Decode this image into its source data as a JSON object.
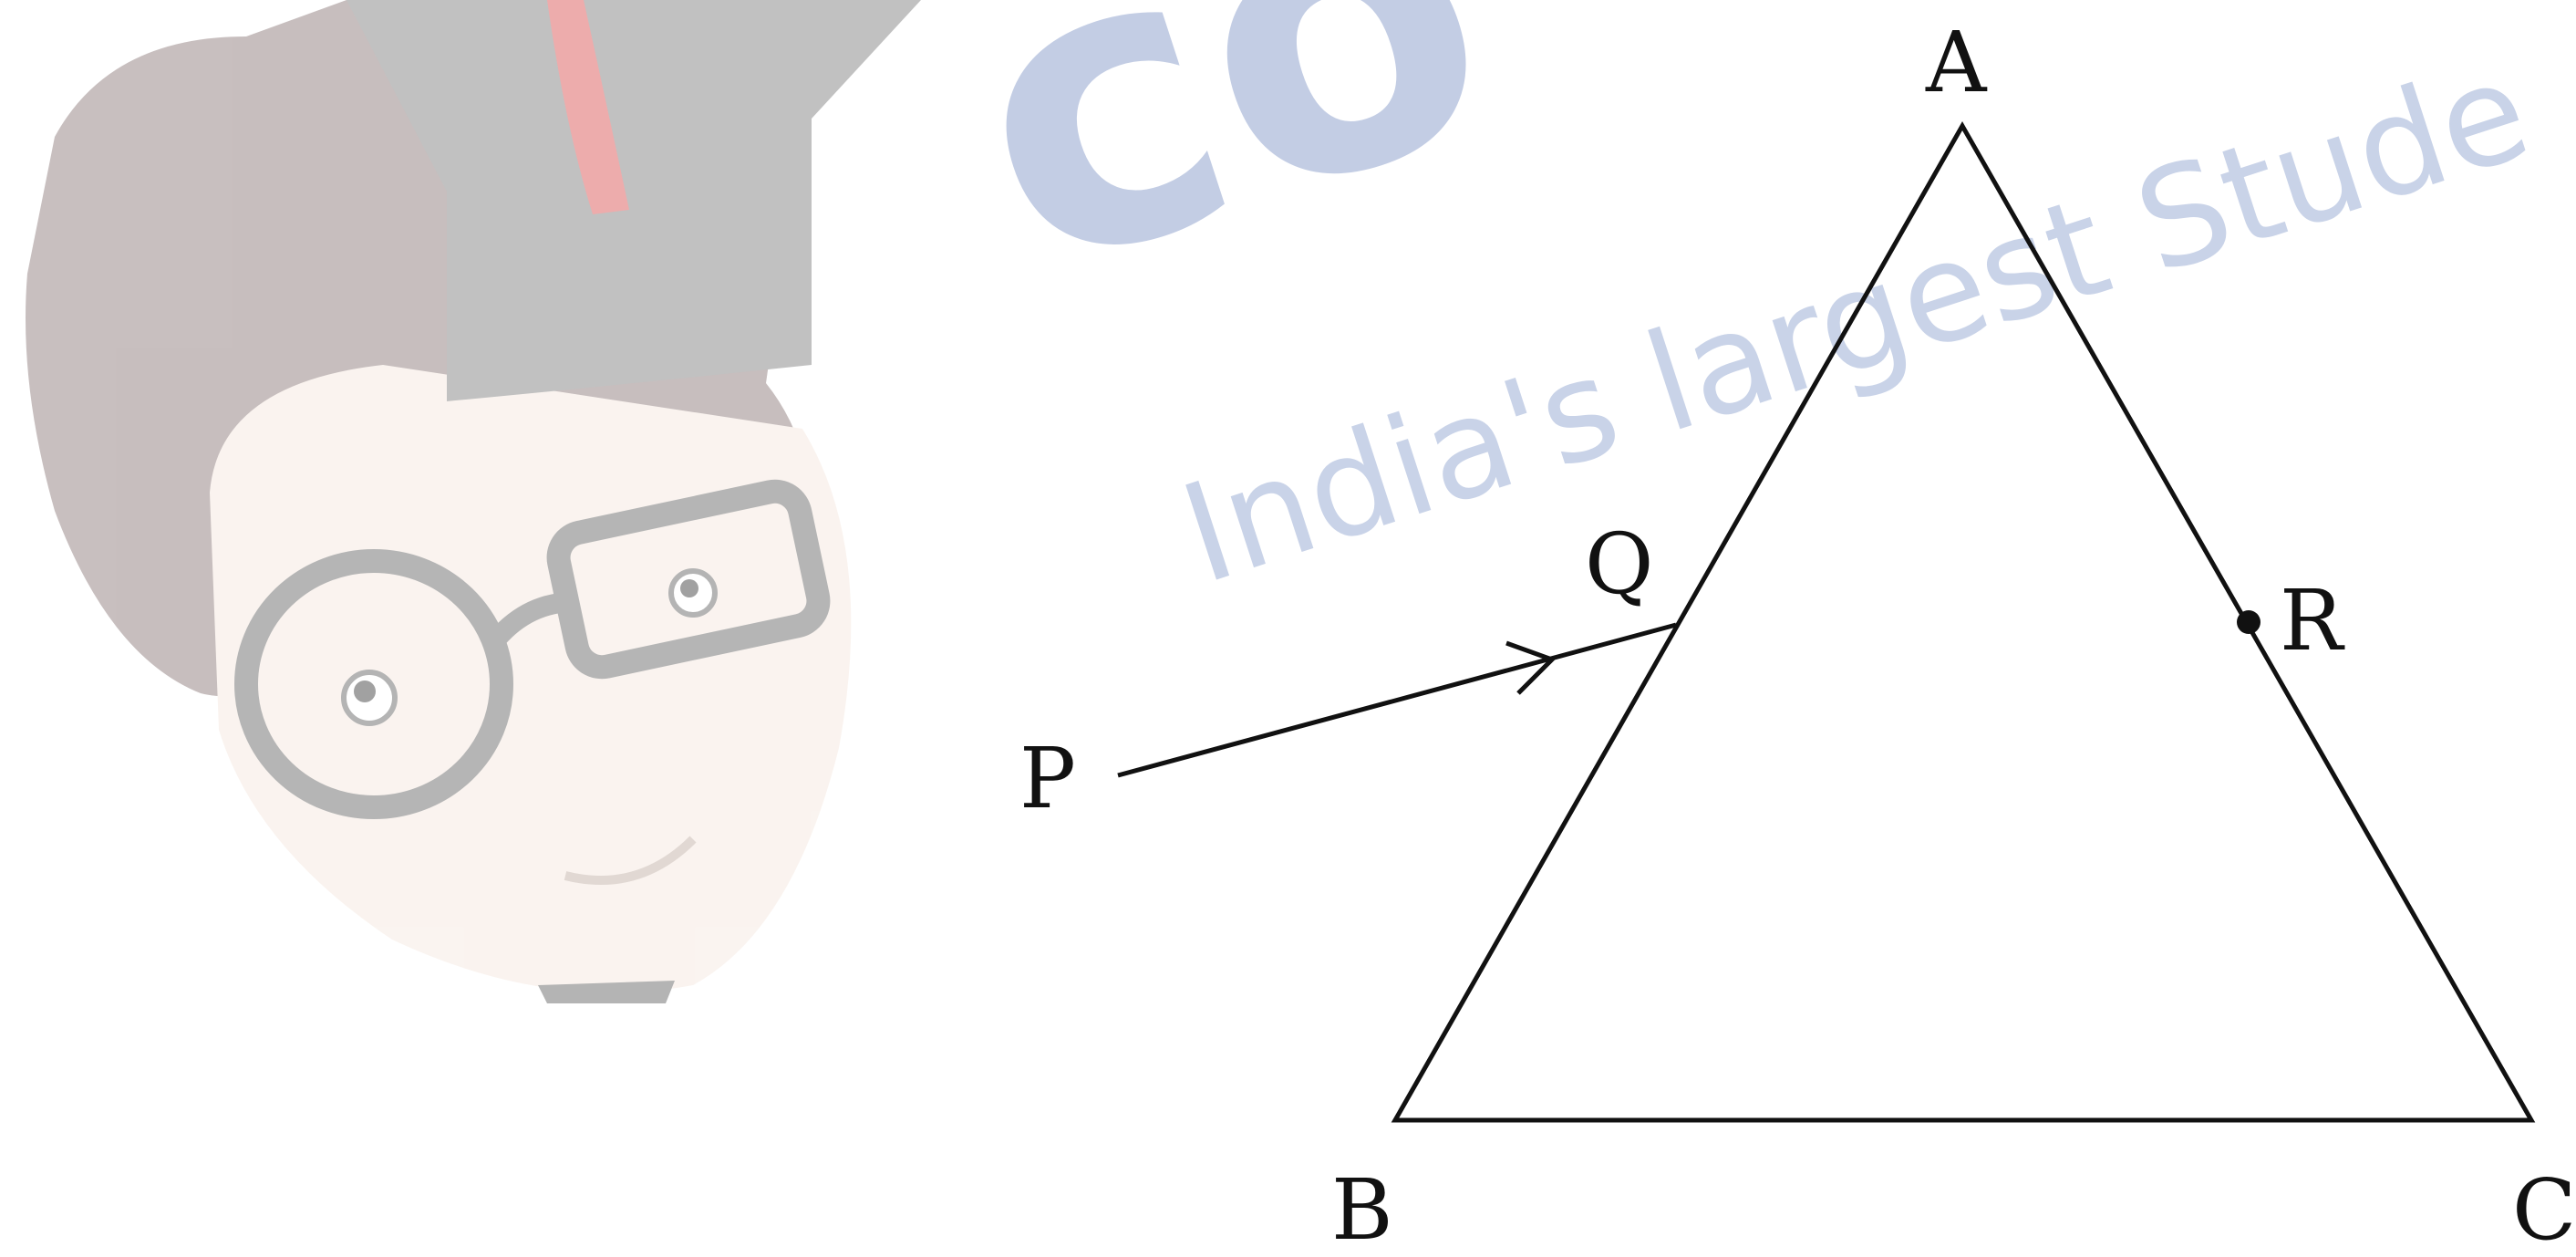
{
  "watermark": {
    "brand_text": "co",
    "tagline": "India's largest Stude"
  },
  "diagram": {
    "points": {
      "A": "A",
      "B": "B",
      "C": "C",
      "P": "P",
      "Q": "Q",
      "R": "R"
    },
    "colors": {
      "line": "#111111",
      "watermark": "#c3cde4",
      "mascot_hair": "#9a8a8a",
      "mascot_cap": "#9b9b9b",
      "mascot_face": "#f6ebe3",
      "mascot_tassel": "#e06a6a"
    }
  }
}
